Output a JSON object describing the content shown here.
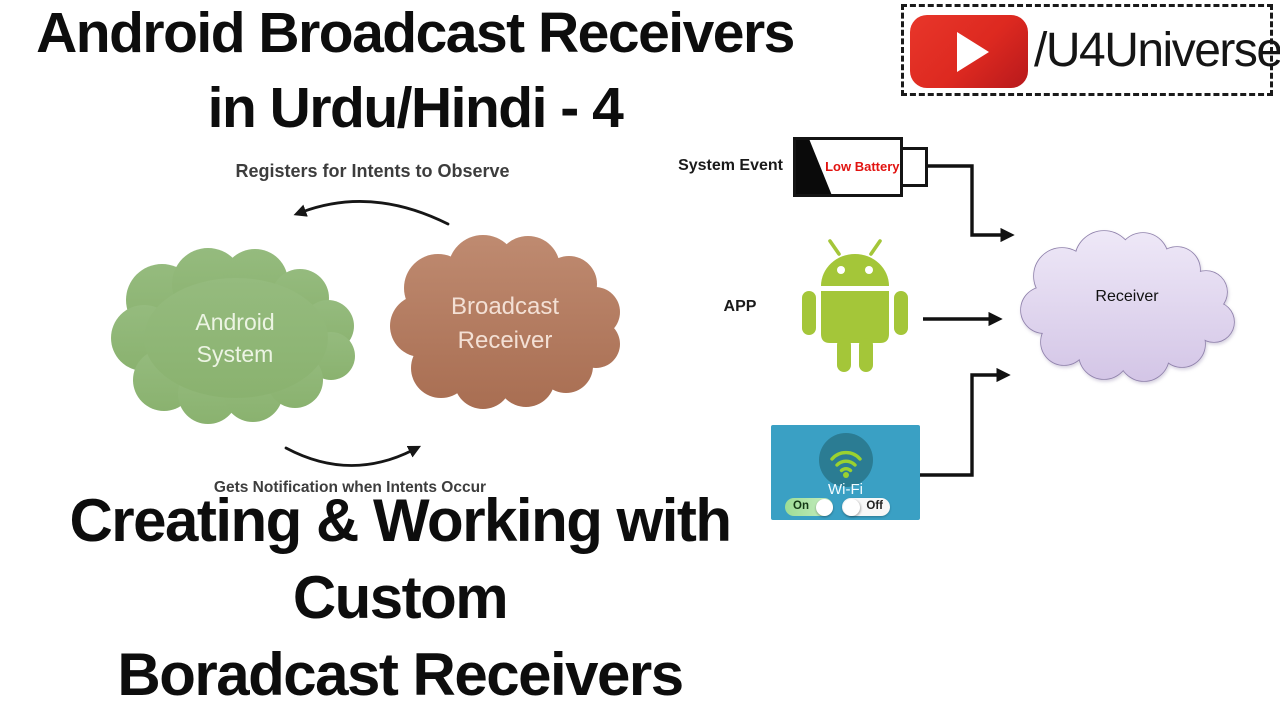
{
  "header": {
    "title_line1": "Android Broadcast Receivers",
    "title_line2": "in Urdu/Hindi - 4"
  },
  "channel": {
    "handle": "/U4Universe"
  },
  "left_diagram": {
    "top_label": "Registers for Intents to Observe",
    "bottom_label": "Gets Notification when Intents Occur",
    "android_cloud": {
      "line1": "Android",
      "line2": "System"
    },
    "broadcast_cloud": {
      "line1": "Broadcast",
      "line2": "Receiver"
    }
  },
  "right_diagram": {
    "system_event_label": "System Event",
    "battery": {
      "label": "Low Battery"
    },
    "app_label": "APP",
    "wifi": {
      "label": "Wi-Fi",
      "on_label": "On",
      "off_label": "Off"
    },
    "receiver_cloud": {
      "label": "Receiver"
    }
  },
  "footer": {
    "line1": "Creating & Working with",
    "line2": "Custom",
    "line3": "Boradcast Receivers"
  },
  "colors": {
    "youtube_red": "#dd2920",
    "android_green": "#a4c639",
    "android_system_cloud": "#8fb577",
    "broadcast_cloud_top": "#bd8a6f",
    "broadcast_cloud_bottom": "#a76c50",
    "receiver_cloud_top": "#ece6f6",
    "receiver_cloud_bottom": "#d6c9e9",
    "wifi_card_teal": "#3aa0c4",
    "wifi_signal_green": "#9ad22f",
    "low_battery_red": "#e21310",
    "text_black": "#0d0d0d"
  }
}
